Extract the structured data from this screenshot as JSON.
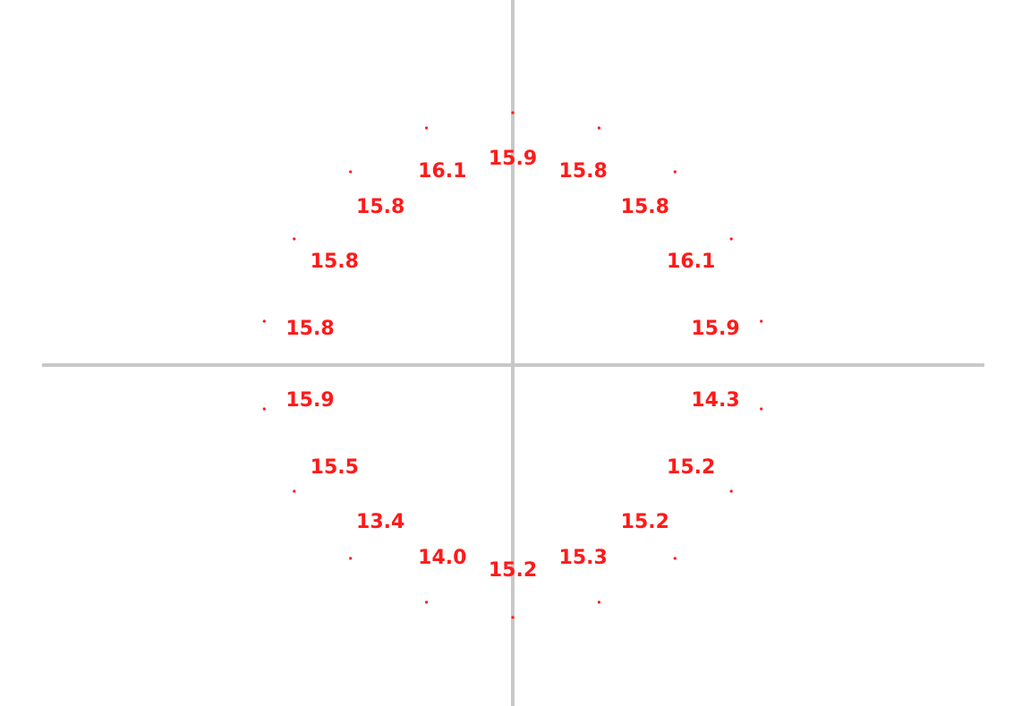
{
  "chart_data": {
    "type": "scatter",
    "title": "",
    "xlabel": "",
    "ylabel": "",
    "colors": {
      "points": "#ff1a1a",
      "axes": "#c8c8c8",
      "background": "#ffffff"
    },
    "grid": false,
    "legend": "none",
    "series": [
      {
        "points": [
          {
            "angle_deg": 0,
            "value": "15.9"
          },
          {
            "angle_deg": 20,
            "value": "15.8"
          },
          {
            "angle_deg": 40,
            "value": "15.8"
          },
          {
            "angle_deg": 60,
            "value": "16.1"
          },
          {
            "angle_deg": 80,
            "value": "15.9"
          },
          {
            "angle_deg": 100,
            "value": "14.3"
          },
          {
            "angle_deg": 120,
            "value": "15.2"
          },
          {
            "angle_deg": 140,
            "value": "15.2"
          },
          {
            "angle_deg": 160,
            "value": "15.3"
          },
          {
            "angle_deg": 180,
            "value": "15.2"
          },
          {
            "angle_deg": 200,
            "value": "14.0"
          },
          {
            "angle_deg": 220,
            "value": "13.4"
          },
          {
            "angle_deg": 240,
            "value": "15.5"
          },
          {
            "angle_deg": 260,
            "value": "15.9"
          },
          {
            "angle_deg": 280,
            "value": "15.8"
          },
          {
            "angle_deg": 300,
            "value": "15.8"
          },
          {
            "angle_deg": 320,
            "value": "15.8"
          },
          {
            "angle_deg": 340,
            "value": "16.1"
          }
        ]
      }
    ]
  }
}
